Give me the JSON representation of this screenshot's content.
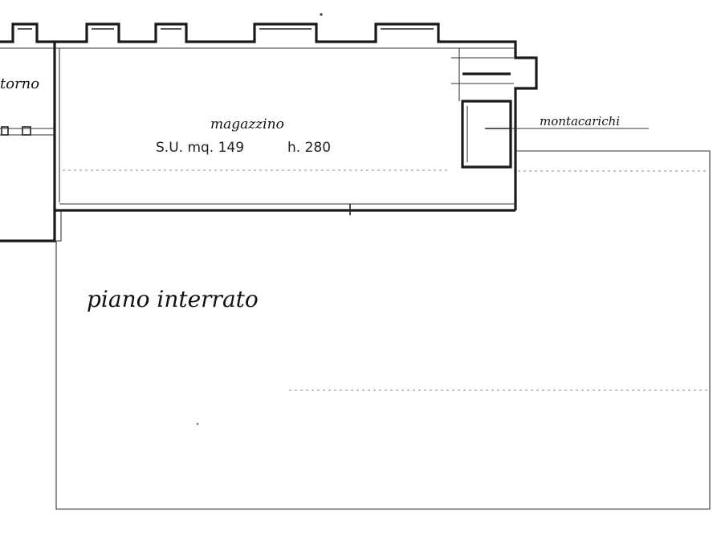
{
  "labels": {
    "room_left": "torno",
    "room_main": "magazzino",
    "room_main_area": "S.U. mq. 149",
    "room_main_height": "h. 280",
    "elevator": "montacarichi",
    "floor": "piano interrato"
  }
}
